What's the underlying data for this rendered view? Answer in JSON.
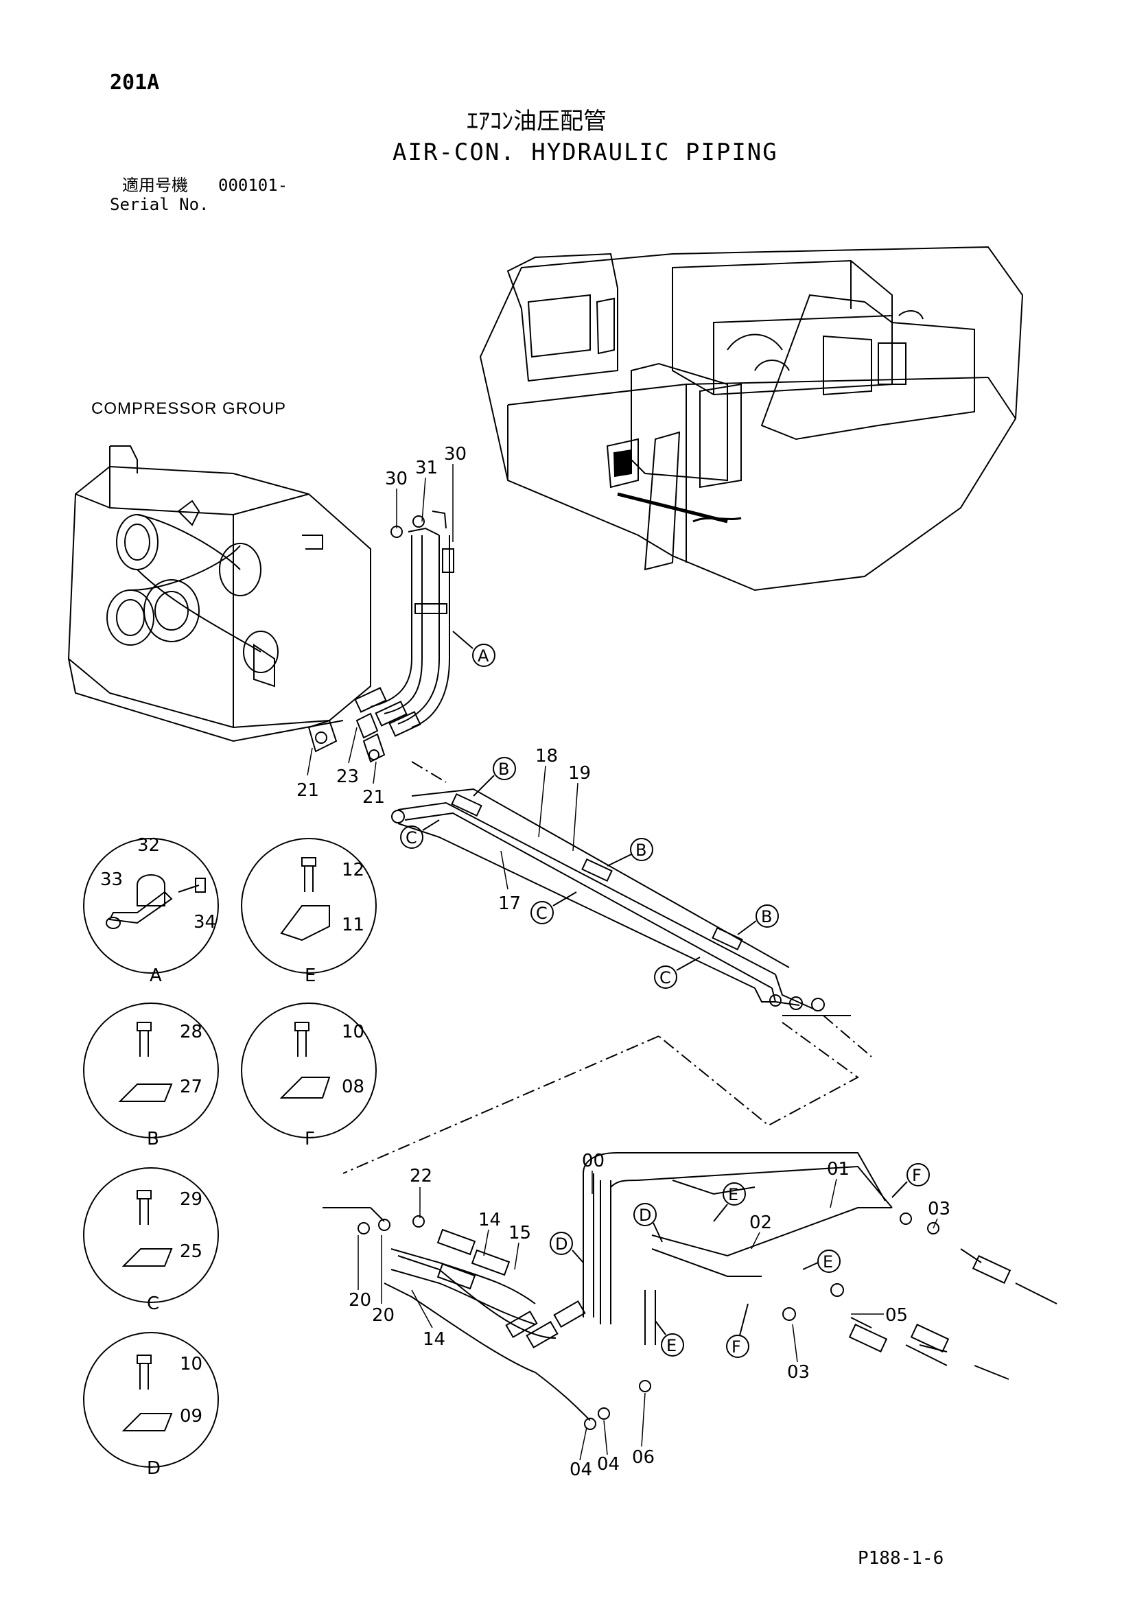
{
  "page_number": "201A",
  "title_jp": "ｴｱｺﾝ油圧配管",
  "title_en": "AIR-CON. HYDRAULIC PIPING",
  "serial_label_jp": "適用号機",
  "serial_value": "000101-",
  "serial_label_en": "Serial No.",
  "group_label": "COMPRESSOR GROUP",
  "ref_code": "P188-1-6",
  "part_callouts": [
    "30",
    "31",
    "30",
    "21",
    "23",
    "21",
    "18",
    "19",
    "17",
    "22",
    "14",
    "15",
    "00",
    "01",
    "02",
    "03",
    "05",
    "03",
    "20",
    "20",
    "14",
    "04",
    "04",
    "06"
  ],
  "circle_labels": [
    "A",
    "B",
    "C",
    "B",
    "C",
    "B",
    "C",
    "D",
    "D",
    "E",
    "E",
    "E",
    "F",
    "F"
  ],
  "detail_views": [
    {
      "letter": "A",
      "parts": [
        "32",
        "33",
        "34"
      ]
    },
    {
      "letter": "E",
      "parts": [
        "12",
        "11"
      ]
    },
    {
      "letter": "B",
      "parts": [
        "28",
        "27"
      ]
    },
    {
      "letter": "F",
      "parts": [
        "10",
        "08"
      ]
    },
    {
      "letter": "C",
      "parts": [
        "29",
        "25"
      ]
    },
    {
      "letter": "D",
      "parts": [
        "10",
        "09"
      ]
    }
  ]
}
